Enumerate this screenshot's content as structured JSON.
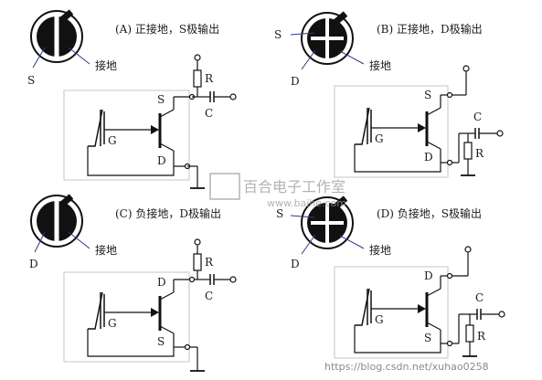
{
  "panels": [
    {
      "caption": "(A) 正接地，S极输出",
      "icon_s_label": "S",
      "icon_ground_label": "接地",
      "circuit": {
        "top_terminal": "S",
        "bottom_terminal": "D",
        "gate": "G",
        "resistor": "R",
        "capacitor": "C"
      }
    },
    {
      "caption": "(B) 正接地，D极输出",
      "icon_s_label": "S",
      "icon_d_label": "D",
      "icon_ground_label": "接地",
      "circuit": {
        "top_terminal": "S",
        "bottom_terminal": "D",
        "gate": "G",
        "resistor": "R",
        "capacitor": "C"
      }
    },
    {
      "caption": "(C) 负接地，D极输出",
      "icon_d_label": "D",
      "icon_ground_label": "接地",
      "circuit": {
        "top_terminal": "D",
        "bottom_terminal": "S",
        "gate": "G",
        "resistor": "R",
        "capacitor": "C"
      }
    },
    {
      "caption": "(D) 负接地，S极输出",
      "icon_s_label": "S",
      "icon_d_label": "D",
      "icon_ground_label": "接地",
      "circuit": {
        "top_terminal": "D",
        "bottom_terminal": "S",
        "gate": "G",
        "resistor": "R",
        "capacitor": "C"
      }
    }
  ],
  "watermark": {
    "logo_text": "百合电子工作室",
    "site_text": "www.baihe.com",
    "url_text": "https://blog.csdn.net/xuhao0258"
  }
}
